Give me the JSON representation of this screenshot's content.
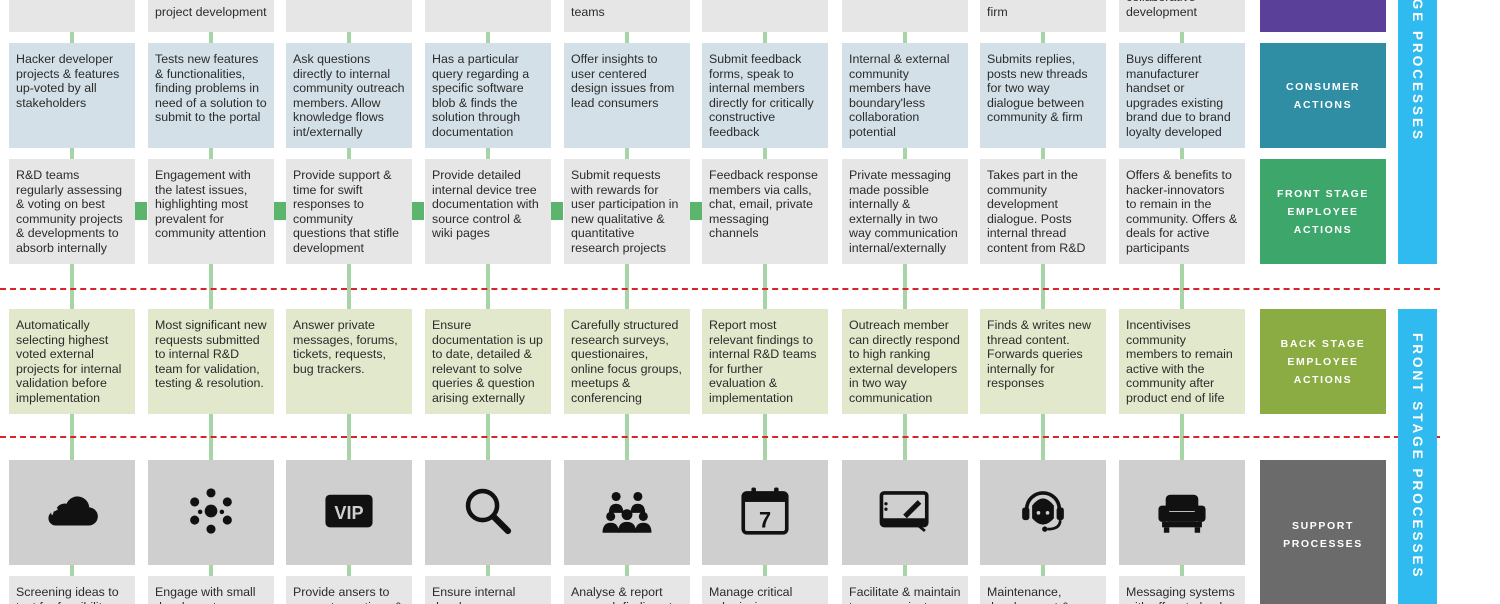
{
  "columns": [
    {
      "top_text": "",
      "consumer": "Hacker developer projects & features up-voted by all stakeholders",
      "front": "R&D teams regularly assessing & voting on best community projects & developments to absorb internally",
      "back": "Automatically selecting highest voted external projects for internal validation before implementation",
      "icon": "cloud-icon",
      "support": "Screening ideas to test for feasibility"
    },
    {
      "top_text": "project development",
      "consumer": "Tests new features & functionalities, finding problems in need of a solution to submit to the portal",
      "front": "Engagement with the latest issues, highlighting most prevalent for community attention",
      "back": "Most significant new requests submitted to internal R&D team for validation, testing & resolution.",
      "icon": "network-dots-icon",
      "support": "Engage with small developer teams"
    },
    {
      "top_text": "",
      "consumer": "Ask questions directly to internal community outreach members. Allow knowledge flows int/externally",
      "front": "Provide support & time for swift responses to community questions that stifle development",
      "back": "Answer private messages, forums, tickets, requests, bug trackers.",
      "icon": "vip-icon",
      "support": "Provide ansers to support questions &"
    },
    {
      "top_text": "",
      "consumer": "Has a particular query regarding a specific software blob & finds the solution through documentation",
      "front": "Provide detailed internal device tree documentation with source control & wiki pages",
      "back": "Ensure documentation is up to date, detailed & relevant to solve queries & question arising externally",
      "icon": "magnifier-icon",
      "support": "Ensure internal developers"
    },
    {
      "top_text": "teams",
      "consumer": "Offer insights to user centered design issues from lead consumers",
      "front": "Submit requests with rewards for user participation in new qualitative & quantitative research projects",
      "back": "Carefully structured research surveys, questionaires, online focus groups, meetups & conferencing",
      "icon": "group-icon",
      "support": "Analyse & report research findings to"
    },
    {
      "top_text": "",
      "consumer": "Submit feedback forms, speak to internal members directly for critically constructive feedback",
      "front": "Feedback response members via calls, chat, email, private messaging channels",
      "back": "Report most relevant findings to internal R&D teams for further evaluation & implementation",
      "icon": "calendar-icon",
      "calendar_number": "7",
      "support": "Manage critical submissions"
    },
    {
      "top_text": "",
      "consumer": "Internal & external community members have boundary'less collaboration potential",
      "front": "Private messaging made possible internally & externally in two way communication internal/externally",
      "back": "Outreach member can directly respond to high ranking external developers in two way communication",
      "icon": "tablet-pen-icon",
      "support": "Facilitate & maintain two way private"
    },
    {
      "top_text": "firm",
      "consumer": "Submits replies, posts new threads for two way dialogue between community & firm",
      "front": "Takes part in the community development dialogue. Posts internal thread content from R&D",
      "back": "Finds & writes new thread content. Forwards queries internally for responses",
      "icon": "headset-icon",
      "support": "Maintenance, development &"
    },
    {
      "top_text": "collaborative development",
      "consumer": "Buys different manufacturer handset or upgrades existing brand due to brand loyalty developed",
      "front": "Offers & benefits to hacker-innovators to remain in the community. Offers & deals for active participants",
      "back": "Incentivises community members to remain active with the community after product end of life",
      "icon": "armchair-icon",
      "support": "Messaging systems with offers to hacker"
    }
  ],
  "row_labels": {
    "consumer": "CONSUMER\nACTIONS",
    "front": "FRONT STAGE\nEMPLOYEE\nACTIONS",
    "back": "BACK STAGE\nEMPLOYEE\nACTIONS",
    "support": "SUPPORT\nPROCESSES"
  },
  "side_bands": {
    "upper": "AGE PROCESSES",
    "lower": "FRONT STAGE PROCESSES"
  },
  "colors": {
    "top_label": "#5a4099",
    "consumer_label": "#2f8ea3",
    "front_label": "#3da66a",
    "back_label": "#8aac43",
    "support_label": "#6b6b6b",
    "band": "#2fbaf0",
    "divider": "#d9242b",
    "connector": "#5bb56d"
  }
}
